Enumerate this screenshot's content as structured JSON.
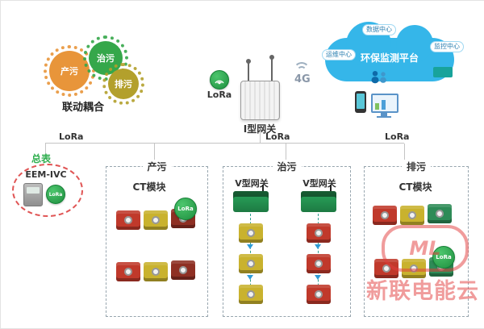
{
  "palette": {
    "lora_green": "#2fae4e",
    "cloud_blue": "#35b6e9",
    "watermark_red": "#e23b3b",
    "gear_orange": "#e8953a",
    "gear_green": "#35a74a",
    "gear_mustard": "#b3a02c",
    "module_red": "#c0392b",
    "module_maroon": "#8e2f23",
    "module_yellow": "#c9b22e",
    "module_green": "#2e8b57"
  },
  "gears": {
    "items": [
      {
        "label": "产污"
      },
      {
        "label": "治污"
      },
      {
        "label": "排污"
      }
    ],
    "caption": "联动耦合"
  },
  "gateway": {
    "label": "I型网关",
    "lora_label": "LoRa"
  },
  "network": {
    "label_4g": "4G"
  },
  "cloud": {
    "title": "环保监测平台",
    "bubbles": [
      {
        "label": "数据中心"
      },
      {
        "label": "运维中心"
      },
      {
        "label": "监控中心"
      }
    ]
  },
  "bus": {
    "lora_left": "LoRa",
    "lora_center": "LoRa",
    "lora_right": "LoRa"
  },
  "meter": {
    "title": "总表",
    "model": "EEM-IVC",
    "lora_label": "LoRa"
  },
  "boxes": {
    "chanwu": {
      "title": "产污",
      "module_label": "CT模块",
      "lora_label": "LoRa"
    },
    "zhiwu": {
      "title": "治污",
      "gateway_left": "V型网关",
      "gateway_right": "V型网关"
    },
    "paiwu": {
      "title": "排污",
      "module_label": "CT模块",
      "lora_label": "LoRa"
    }
  },
  "watermark": {
    "logo": "ML",
    "text": "新联电能云"
  }
}
